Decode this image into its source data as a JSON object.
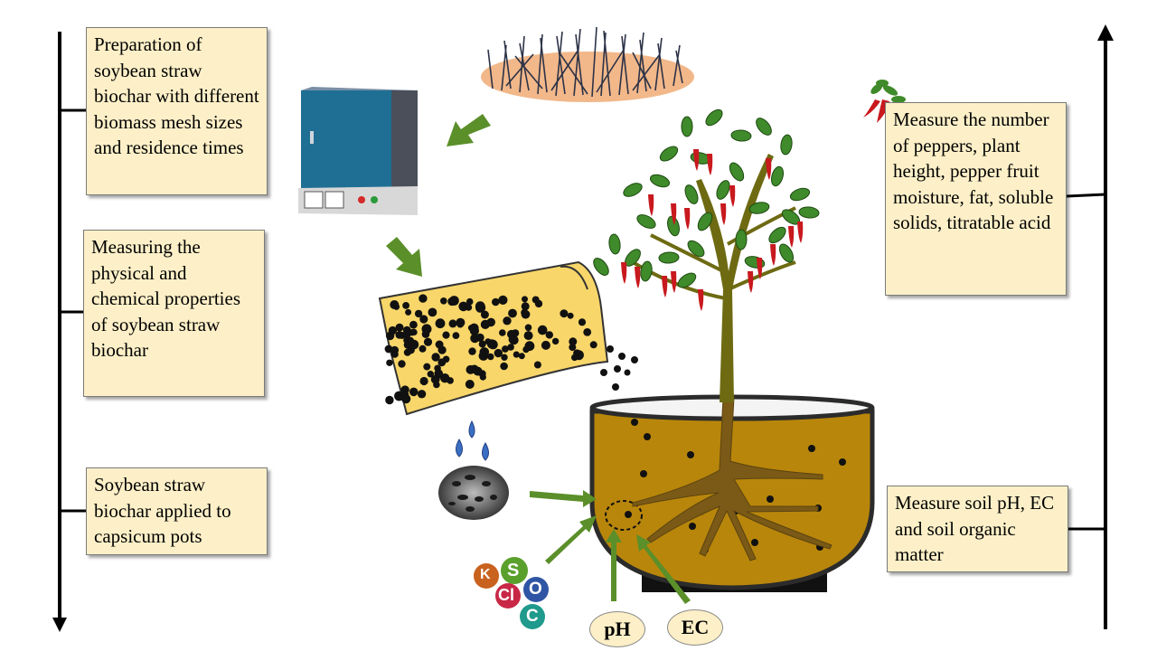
{
  "left_steps": [
    {
      "text": "Preparation of soybean straw biochar with different biomass mesh sizes and residence times"
    },
    {
      "text": "Measuring the physical and chemical properties of soybean straw biochar"
    },
    {
      "text": "Soybean straw biochar applied to capsicum pots"
    }
  ],
  "right_steps": [
    {
      "text": "Measure the number of peppers, plant height, pepper fruit moisture, fat, soluble solids, titratable acid"
    },
    {
      "text": "Measure soil pH, EC and soil organic matter"
    }
  ],
  "indicators": {
    "ph": "pH",
    "ec": "EC"
  },
  "nutrients": [
    {
      "symbol": "K",
      "color": "#c8621e"
    },
    {
      "symbol": "S",
      "color": "#5aa02c"
    },
    {
      "symbol": "O",
      "color": "#2f55a4"
    },
    {
      "symbol": "Cl",
      "color": "#c82846"
    },
    {
      "symbol": "C",
      "color": "#1f9a8c"
    }
  ],
  "colors": {
    "arrow_green": "#5b8f2a",
    "box_fill": "#fdf0c8",
    "soil": "#b8860b",
    "pepper_red": "#c8191e",
    "leaf_green": "#3f8a2a",
    "bag_yellow": "#f8d66a"
  },
  "icons": [
    "muffle-furnace-icon",
    "soybean-straw-icon",
    "biochar-bag-icon",
    "water-drops-icon",
    "biochar-micrograph-icon",
    "pepper-icon",
    "pepper-plant-icon",
    "pot-icon"
  ]
}
